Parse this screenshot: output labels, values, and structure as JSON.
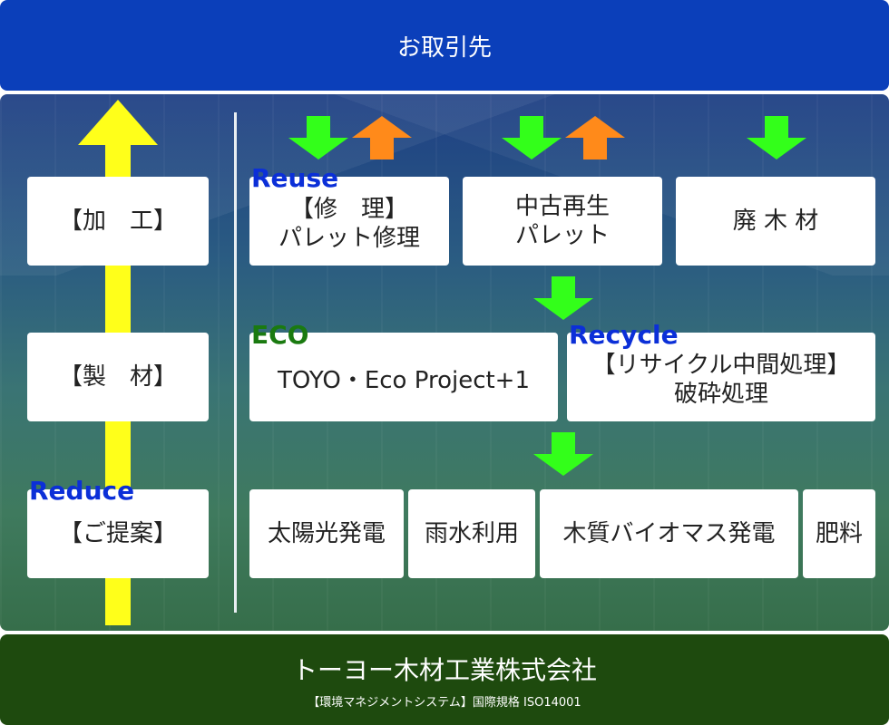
{
  "header": {
    "title": "お取引先"
  },
  "footer": {
    "company": "トーヨー木材工業株式会社",
    "iso_note": "【環境マネジメントシステム】国際規格 ISO14001"
  },
  "left_column": {
    "processing": "【加　工】",
    "lumber": "【製　材】",
    "proposal": "【ご提案】"
  },
  "tags": {
    "reuse": "Reuse",
    "eco": "ECO",
    "recycle": "Recycle",
    "reduce": "Reduce"
  },
  "boxes": {
    "repair_line1": "【修　理】",
    "repair_line2": "パレット修理",
    "used_line1": "中古再生",
    "used_line2": "パレット",
    "scrap": "廃 木 材",
    "eco_project": "TOYO・Eco Project+1",
    "recycle_line1": "【リサイクル中間処理】",
    "recycle_line2": "破砕処理",
    "solar": "太陽光発電",
    "rainwater": "雨水利用",
    "biomass": "木質バイオマス発電",
    "fertilizer": "肥料"
  },
  "colors": {
    "header_bg": "#0b3fba",
    "footer_bg": "#1e4a0e",
    "arrow_green": "#33ff1a",
    "arrow_orange": "#ff8a1a",
    "arrow_yellow": "#ffff1a",
    "tag_blue": "#0b2fd8",
    "tag_green": "#1a7a10"
  }
}
